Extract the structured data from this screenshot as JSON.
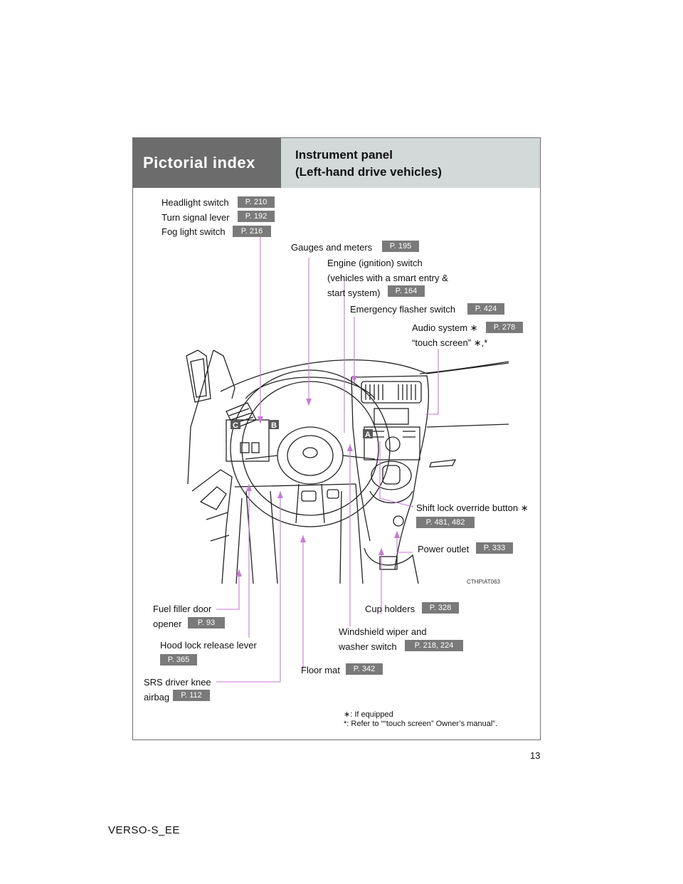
{
  "header": {
    "section": "Pictorial index",
    "title_line1": "Instrument panel",
    "title_line2": "(Left-hand drive vehicles)"
  },
  "labels": {
    "headlight": {
      "text": "Headlight switch",
      "ref": "P. 210"
    },
    "turn_signal": {
      "text": "Turn signal lever",
      "ref": "P. 192"
    },
    "fog_light": {
      "text": "Fog light switch",
      "ref": "P. 216"
    },
    "gauges": {
      "text": "Gauges and meters",
      "ref": "P. 195"
    },
    "engine_line1": "Engine (ignition) switch",
    "engine_line2": "(vehicles with a smart entry &",
    "engine_line3": "start system)",
    "engine_ref": "P. 164",
    "emergency": {
      "text": "Emergency flasher switch",
      "ref": "P. 424"
    },
    "audio": {
      "text": "Audio system ∗",
      "ref": "P. 278"
    },
    "touch_screen": "“touch screen” ∗,*",
    "shift_lock": {
      "text": "Shift lock override button ∗",
      "ref": "P. 481, 482"
    },
    "power_outlet": {
      "text": "Power outlet",
      "ref": "P. 333"
    },
    "cup_holders": {
      "text": "Cup holders",
      "ref": "P. 328"
    },
    "wiper_line1": "Windshield wiper and",
    "wiper_line2": "washer switch",
    "wiper_ref": "P. 218, 224",
    "floor_mat": {
      "text": "Floor mat",
      "ref": "P. 342"
    },
    "fuel_line1": "Fuel filler door",
    "fuel_line2": "opener",
    "fuel_ref": "P. 93",
    "hood": {
      "text": "Hood lock release lever",
      "ref": "P. 365"
    },
    "srs_line1": "SRS driver knee",
    "srs_line2": "airbag",
    "srs_ref": "P. 112"
  },
  "callouts": {
    "a": "A",
    "b": "B",
    "c": "C"
  },
  "image_code": "CTHPIAT063",
  "footnotes": {
    "note1": "∗: If equipped",
    "note2": "*: Refer to ““touch screen” Owner’s manual”."
  },
  "page_number": "13",
  "model_code": "VERSO-S_EE",
  "colors": {
    "leader": "#c77ad6",
    "tag": "#7a7a7a",
    "header_dark": "#6c6c6c",
    "header_light": "#d3d9d9"
  }
}
